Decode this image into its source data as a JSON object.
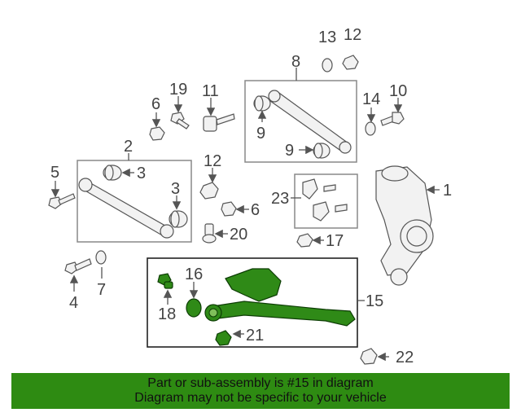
{
  "callouts": {
    "c1": "1",
    "c2": "2",
    "c3a": "3",
    "c3b": "3",
    "c4": "4",
    "c5": "5",
    "c6a": "6",
    "c6b": "6",
    "c7": "7",
    "c8": "8",
    "c9a": "9",
    "c9b": "9",
    "c10": "10",
    "c11": "11",
    "c12a": "12",
    "c12b": "12",
    "c13": "13",
    "c14": "14",
    "c15": "15",
    "c16": "16",
    "c17": "17",
    "c18": "18",
    "c19": "19",
    "c20": "20",
    "c21": "21",
    "c22": "22",
    "c23": "23"
  },
  "footer": {
    "line1": "Part or sub-assembly is #15 in diagram",
    "line2": "Diagram may not be specific to your vehicle"
  },
  "colors": {
    "highlight": "#2e8b12",
    "line": "#555555",
    "box": "#888888"
  }
}
